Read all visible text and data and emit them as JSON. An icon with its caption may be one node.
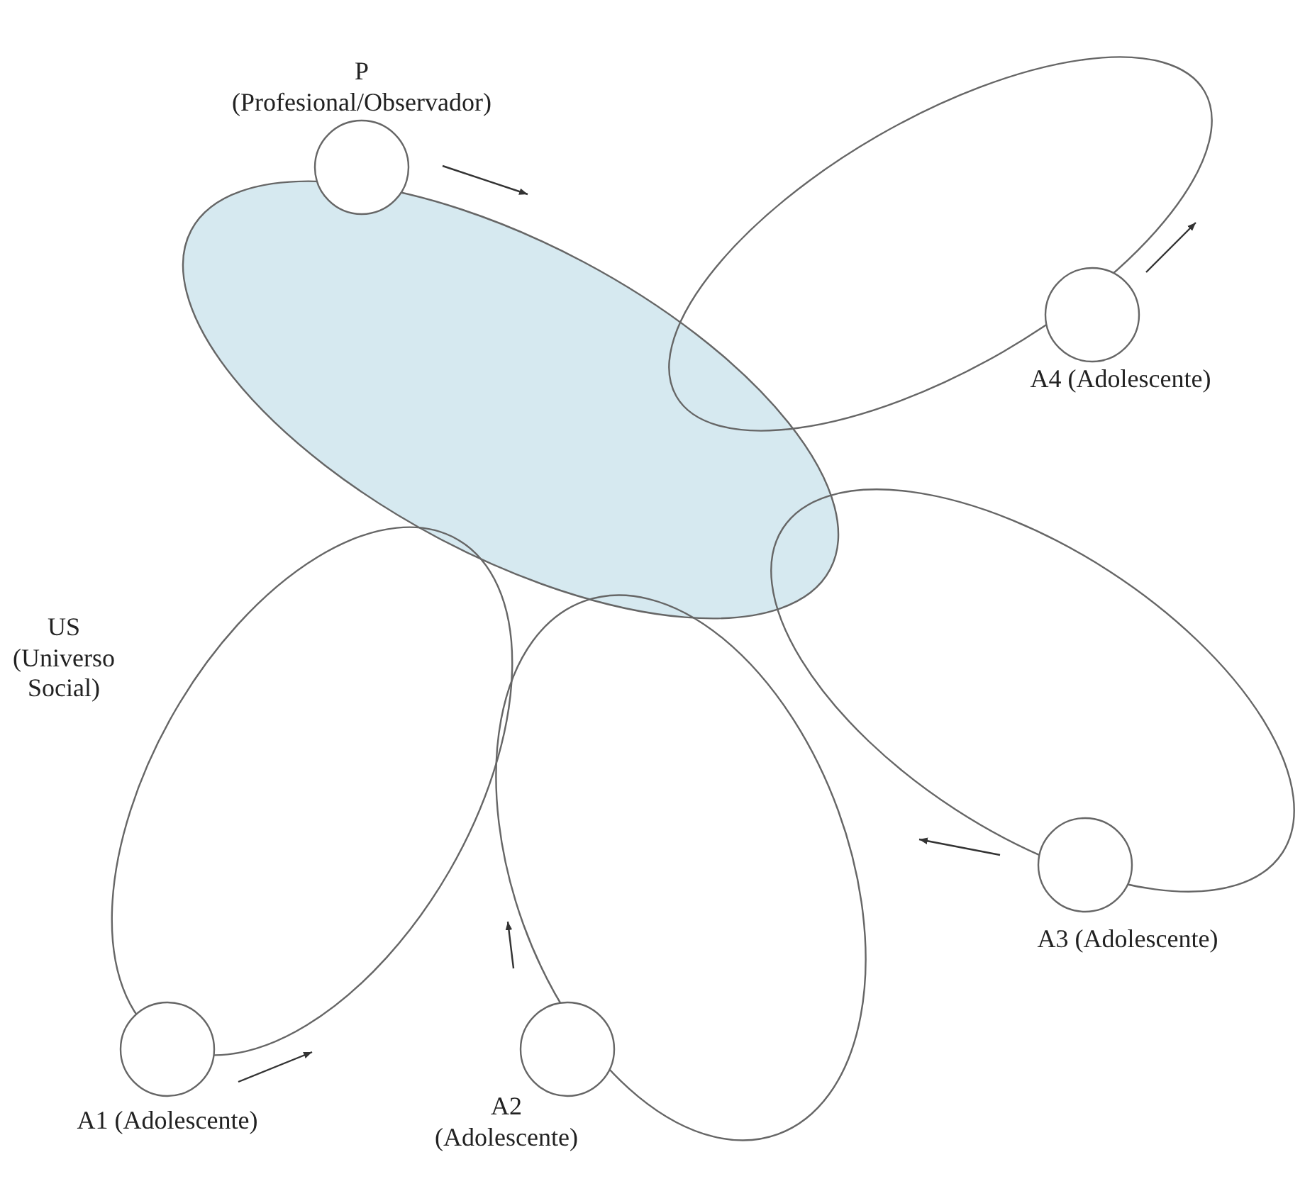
{
  "diagram": {
    "nodes": [
      {
        "text": [],
        "shape": "circle",
        "beside": [
          "P (Profesional/Observador)"
        ]
      },
      {
        "text": [],
        "shape": "ellipse"
      },
      {
        "text": [],
        "shape": "ellipse"
      },
      {
        "text": [],
        "shape": "circle",
        "beside": [
          "A4 (Adolescente)"
        ]
      },
      {
        "text": [],
        "shape": "ellipse"
      },
      {
        "text": [],
        "shape": "circle",
        "beside": [
          "A3 (Adolescente)"
        ]
      },
      {
        "text": [],
        "shape": "ellipse"
      },
      {
        "text": [],
        "shape": "ellipse"
      },
      {
        "text": [],
        "shape": "circle",
        "beside": [
          "A1 (Adolescente)"
        ]
      },
      {
        "text": [],
        "shape": "circle",
        "beside": [
          "A2 (Adolescente)"
        ]
      }
    ],
    "labels": [
      "US (Universo Social)"
    ]
  }
}
